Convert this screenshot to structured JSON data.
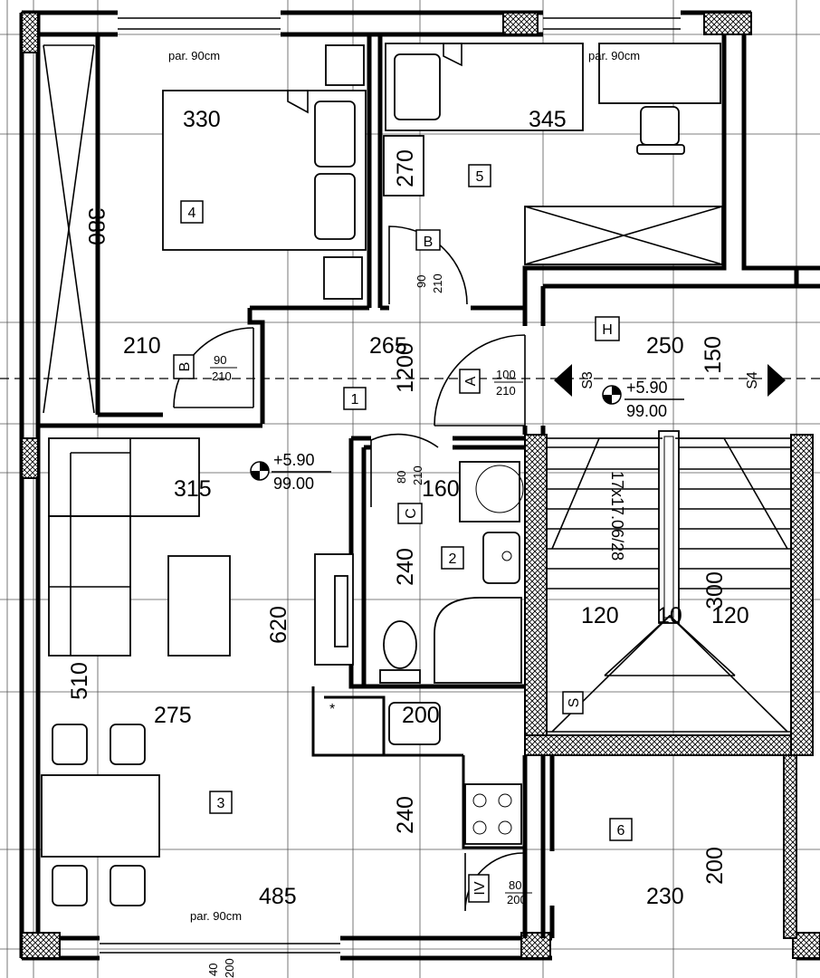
{
  "rooms": [
    {
      "num": "1"
    },
    {
      "num": "2"
    },
    {
      "num": "3"
    },
    {
      "num": "4"
    },
    {
      "num": "5"
    },
    {
      "num": "6"
    },
    {
      "num": "H"
    }
  ],
  "door_tags": {
    "a": "A",
    "b1": "B",
    "b2": "B",
    "c": "C",
    "iv": "IV",
    "s": "S"
  },
  "section_marks": {
    "s3": "S3",
    "s4": "S4"
  },
  "levels": {
    "l1_top": "+5.90",
    "l1_bot": "99.00",
    "l2_top": "+5.90",
    "l2_bot": "99.00"
  },
  "parapet_notes": {
    "top_left": "par. 90cm",
    "top_right": "par. 90cm",
    "bottom": "par. 90cm"
  },
  "stair": {
    "label": "17x17.06/28"
  },
  "star": "*",
  "dimensions": {
    "d330": "330",
    "d345": "345",
    "d270": "270",
    "d380": "380",
    "d210": "210",
    "d265": "265",
    "d1200": "1200",
    "d250": "250",
    "d150": "150",
    "d315": "315",
    "d160": "160",
    "d240a": "240",
    "d620": "620",
    "d300": "300",
    "d120a": "120",
    "d10": "10",
    "d120b": "120",
    "d510": "510",
    "d275": "275",
    "d200a": "200",
    "d240b": "240",
    "d200b": "200",
    "d485": "485",
    "d230": "230",
    "d40": "40",
    "d200c": "200"
  },
  "door_dims": {
    "b4_w": "90",
    "b4_h": "210",
    "b5_w": "90",
    "b5_h": "210",
    "a_w": "100",
    "a_h": "210",
    "c_w": "80",
    "c_h": "210",
    "iv_w": "80",
    "iv_h": "200"
  }
}
